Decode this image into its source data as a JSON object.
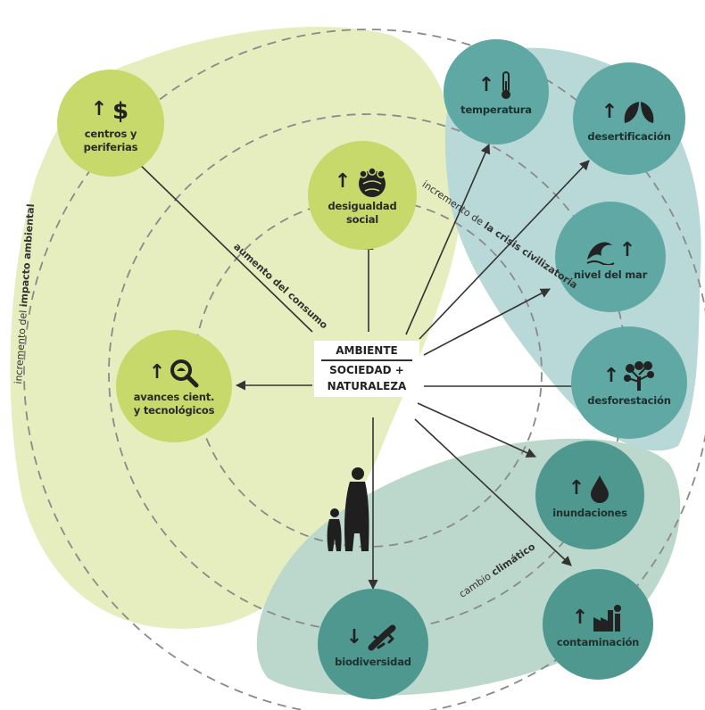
{
  "center": {
    "top": "AMBIENTE",
    "bottom_line1": "SOCIEDAD +",
    "bottom_line2": "NATURALEZA"
  },
  "nodes": {
    "centros": {
      "label": "centros y\nperiferias",
      "icon": "dollar-icon",
      "trend": "up"
    },
    "desigualdad": {
      "label": "desigualdad\nsocial",
      "icon": "people-globe-icon",
      "trend": "up"
    },
    "avances": {
      "label": "avances cient.\ny tecnológicos",
      "icon": "magnifier-icon",
      "trend": "up"
    },
    "temperatura": {
      "label": "temperatura",
      "icon": "thermometer-icon",
      "trend": "up"
    },
    "desertificacion": {
      "label": "desertificación",
      "icon": "leaves-icon",
      "trend": "up"
    },
    "nivel_mar": {
      "label": "nivel del mar",
      "icon": "wave-icon",
      "trend": "up"
    },
    "deforestacion": {
      "label": "desforestación",
      "icon": "tree-icon",
      "trend": "up"
    },
    "inundaciones": {
      "label": "inundaciones",
      "icon": "drop-icon",
      "trend": "up"
    },
    "contaminacion": {
      "label": "contaminación",
      "icon": "factory-icon",
      "trend": "up"
    },
    "biodiversidad": {
      "label": "biodiversidad",
      "icon": "gecko-icon",
      "trend": "down"
    }
  },
  "arc_labels": {
    "impacto_prefix": "incremento del",
    "impacto_bold": "impacto ambiental",
    "consumo": "aumento del consumo",
    "crisis_prefix": "incremento de",
    "crisis_bold": "la crisis civilizatoria",
    "cambio_prefix": "cambio",
    "cambio_bold": "climático"
  },
  "colors": {
    "green_region": "#e6eec0",
    "green_node": "#c6d96a",
    "teal_region": "#b9d9d8",
    "teal_node": "#5fa8a4",
    "sage_region": "#bcd8cc",
    "sage_node": "#5c9e8e"
  }
}
